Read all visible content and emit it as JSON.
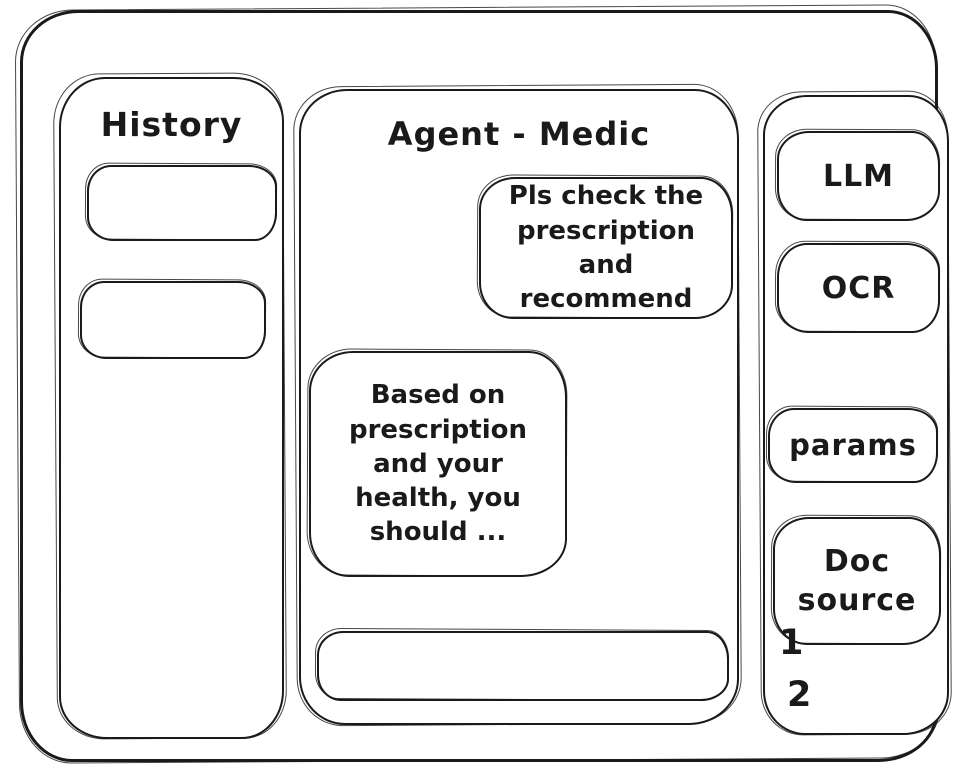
{
  "app": {
    "window_title": "Agent - Medic"
  },
  "history": {
    "title": "History",
    "items": [
      {
        "label": ""
      },
      {
        "label": ""
      }
    ]
  },
  "chat": {
    "title": "Agent - Medic",
    "messages": [
      {
        "role": "user",
        "text": "Pls check the prescription and recommend"
      },
      {
        "role": "assistant",
        "text": "Based on prescription and your health, you should ..."
      }
    ],
    "input": {
      "value": "",
      "placeholder": ""
    }
  },
  "tools": {
    "buttons": [
      {
        "label": "LLM"
      },
      {
        "label": "OCR"
      },
      {
        "label": "params"
      },
      {
        "label": "Doc source"
      }
    ],
    "doc_source_items": [
      "1",
      "2"
    ]
  },
  "colors": {
    "ink": "#1a1a1a",
    "background": "#ffffff"
  }
}
